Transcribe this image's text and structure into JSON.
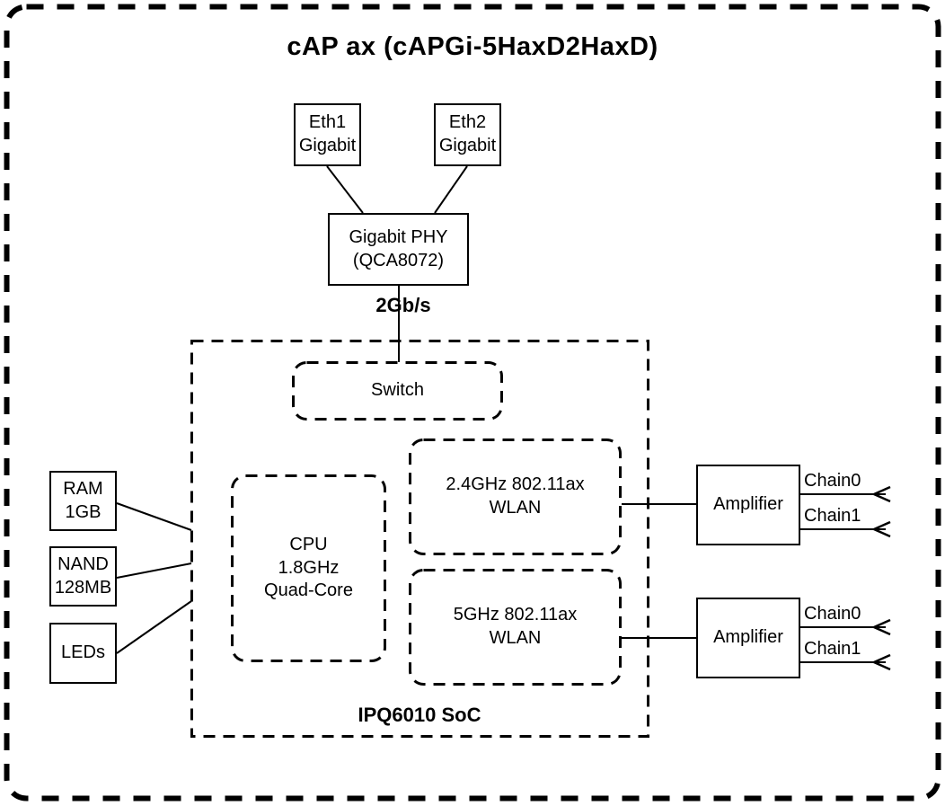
{
  "title": "cAP ax (cAPGi-5HaxD2HaxD)",
  "blocks": {
    "eth1": "Eth1\nGigabit",
    "eth2": "Eth2\nGigabit",
    "phy": "Gigabit PHY\n(QCA8072)",
    "switch": "Switch",
    "cpu": "CPU\n1.8GHz\nQuad-Core",
    "wlan24": "2.4GHz 802.11ax\nWLAN",
    "wlan5": "5GHz 802.11ax\nWLAN",
    "ram": "RAM\n1GB",
    "nand": "NAND\n128MB",
    "leds": "LEDs",
    "amplifier_top": "Amplifier",
    "amplifier_bottom": "Amplifier"
  },
  "labels": {
    "link_speed": "2Gb/s",
    "soc": "IPQ6010 SoC",
    "chain0": "Chain0",
    "chain1": "Chain1"
  },
  "colors": {
    "ink": "#000000",
    "background": "#ffffff"
  }
}
